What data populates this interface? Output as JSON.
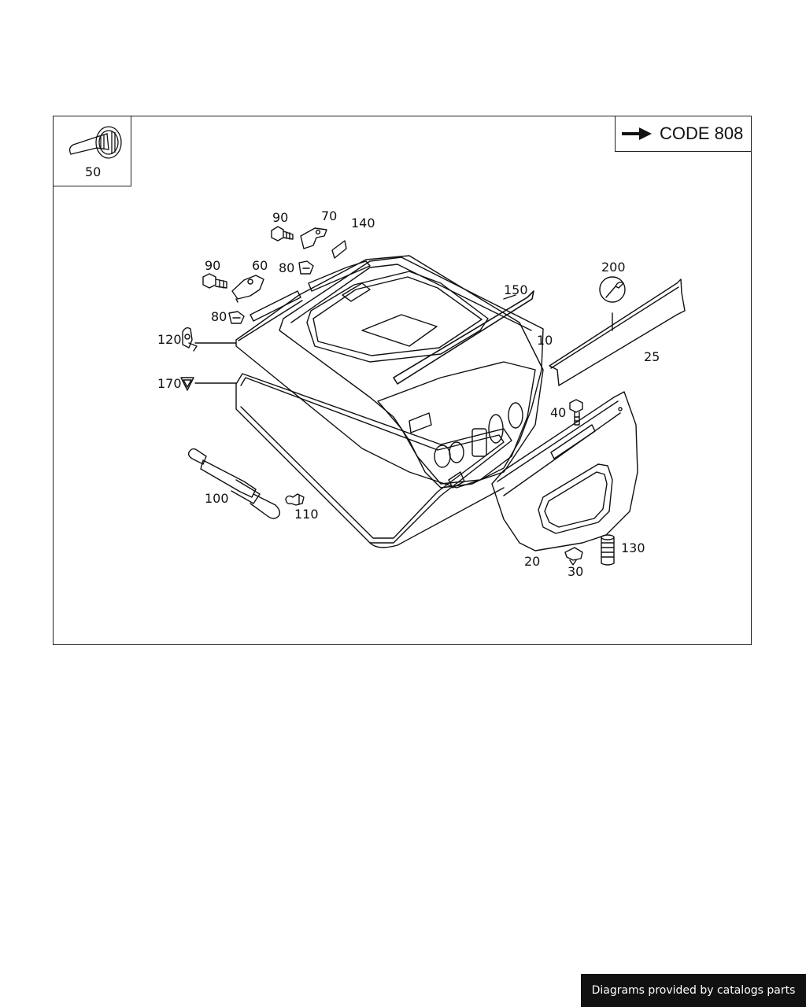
{
  "diagram": {
    "code_label": "CODE 808",
    "inset_label": "50",
    "callouts": [
      {
        "id": "c90a",
        "text": "90"
      },
      {
        "id": "c70",
        "text": "70"
      },
      {
        "id": "c140",
        "text": "140"
      },
      {
        "id": "c90b",
        "text": "90"
      },
      {
        "id": "c60",
        "text": "60"
      },
      {
        "id": "c80a",
        "text": "80"
      },
      {
        "id": "c80b",
        "text": "80"
      },
      {
        "id": "c120",
        "text": "120"
      },
      {
        "id": "c170",
        "text": "170"
      },
      {
        "id": "c150",
        "text": "150"
      },
      {
        "id": "c10",
        "text": "10"
      },
      {
        "id": "c200",
        "text": "200"
      },
      {
        "id": "c25",
        "text": "25"
      },
      {
        "id": "c40",
        "text": "40"
      },
      {
        "id": "c100",
        "text": "100"
      },
      {
        "id": "c110",
        "text": "110"
      },
      {
        "id": "c20",
        "text": "20"
      },
      {
        "id": "c30",
        "text": "30"
      },
      {
        "id": "c130",
        "text": "130"
      }
    ]
  },
  "footer": {
    "credit": "Diagrams provided by catalogs parts"
  }
}
